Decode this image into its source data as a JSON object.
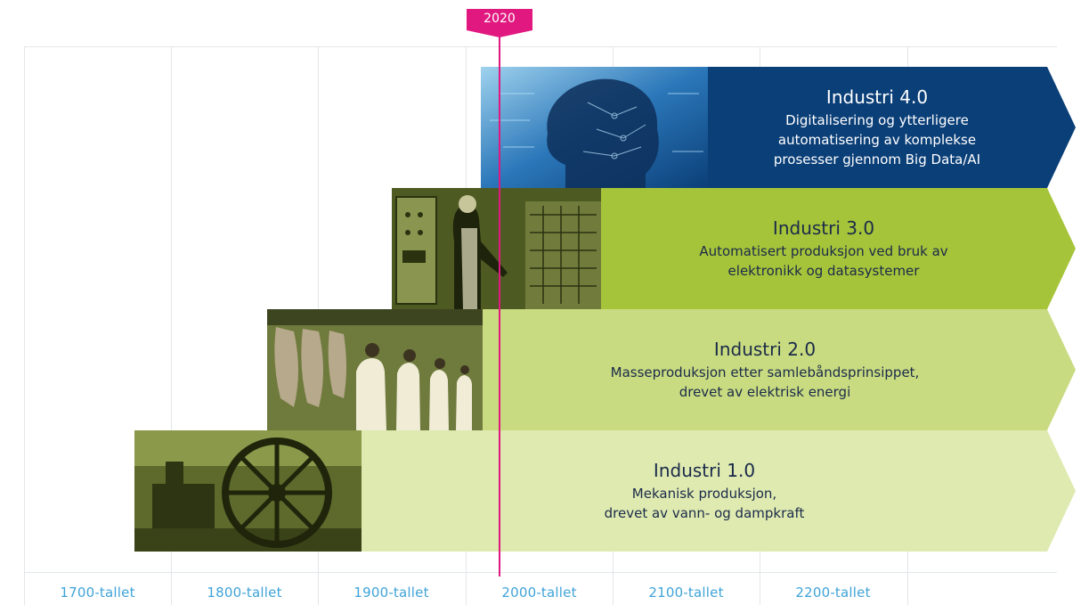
{
  "marker": {
    "label": "2020",
    "color": "#e0187f"
  },
  "eras": [
    "1700-tallet",
    "1800-tallet",
    "1900-tallet",
    "2000-tallet",
    "2100-tallet",
    "2200-tallet"
  ],
  "bands": [
    {
      "id": "industri-4",
      "title": "Industri 4.0",
      "desc": "Digitalisering og ytterligere\nautomatisering av komplekse\nprosesser gjennom Big Data/AI",
      "color": "#0b3f78",
      "text_color": "#ffffff",
      "photo_icon": "ai-head-icon"
    },
    {
      "id": "industri-3",
      "title": "Industri 3.0",
      "desc": "Automatisert produksjon ved bruk av\nelektronikk og datasystemer",
      "color": "#a6c43a",
      "text_color": "#1a2a4a",
      "photo_icon": "control-panel-icon"
    },
    {
      "id": "industri-2",
      "title": "Industri 2.0",
      "desc": "Masseproduksjon etter samlebåndsprinsippet,\ndrevet av elektrisk energi",
      "color": "#c9db80",
      "text_color": "#1a2a4a",
      "photo_icon": "assembly-line-icon"
    },
    {
      "id": "industri-1",
      "title": "Industri 1.0",
      "desc": "Mekanisk produksjon,\ndrevet av vann- og dampkraft",
      "color": "#dfeab0",
      "text_color": "#1a2a4a",
      "photo_icon": "steam-engine-icon"
    }
  ]
}
